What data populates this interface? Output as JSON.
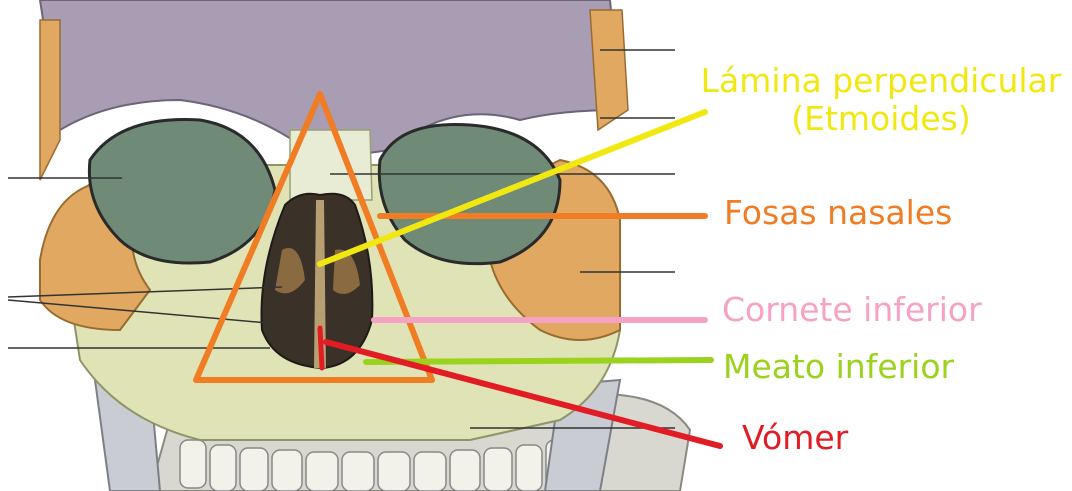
{
  "labels": {
    "lamina_line1": "Lámina perpendicular",
    "lamina_line2": "(Etmoides)",
    "fosas": "Fosas nasales",
    "cornete": "Cornete inferior",
    "meato": "Meato inferior",
    "vomer": "Vómer"
  },
  "colors": {
    "lamina": "#f2e811",
    "fosas": "#f07c24",
    "cornete": "#f6a2c5",
    "meato": "#9bd21e",
    "vomer": "#e21c25",
    "frontal_bone": "#a89db2",
    "bone": "#dfe3b6",
    "zygomatic": "#e0a860",
    "orbit": "#6f8a76"
  }
}
